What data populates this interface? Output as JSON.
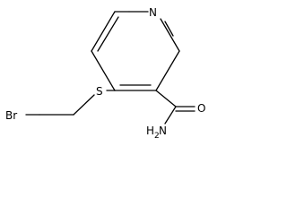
{
  "molecule": {
    "atoms": {
      "nitrogen_ring": "N",
      "sulfur": "S",
      "oxygen": "O",
      "amine_h": "H",
      "amine_sub": "2",
      "amine_n": "N",
      "bromine": "Br"
    }
  }
}
